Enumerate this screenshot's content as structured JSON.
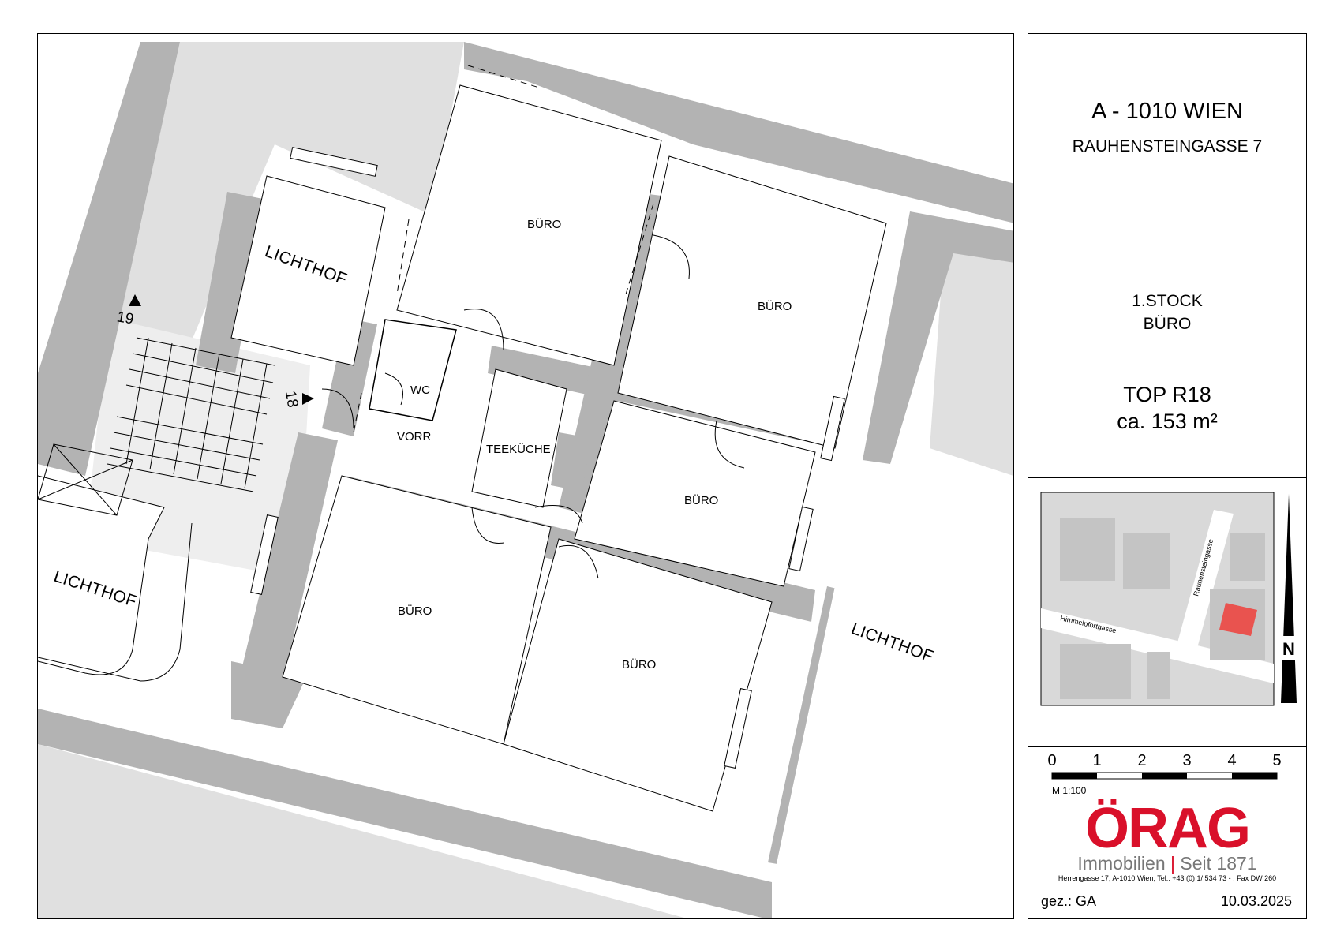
{
  "address": {
    "city_line": "A - 1010 WIEN",
    "street_line": "RAUHENSTEINGASSE 7"
  },
  "unit": {
    "floor": "1.STOCK",
    "usage": "BÜRO",
    "top": "TOP R18",
    "area": "ca. 153 m²"
  },
  "plan": {
    "rooms": {
      "buero_1": "BÜRO",
      "buero_2": "BÜRO",
      "buero_3": "BÜRO",
      "buero_4": "BÜRO",
      "buero_5": "BÜRO",
      "wc": "WC",
      "vorr": "VORR",
      "teekueche": "TEEKÜCHE"
    },
    "lichthof_1": "LICHTHOF",
    "lichthof_2": "LICHTHOF",
    "lichthof_3": "LICHTHOF",
    "stair_19": "19",
    "stair_18": "18",
    "colors": {
      "wall": "#b3b3b3",
      "light": "#e0e0e0",
      "line": "#000000"
    }
  },
  "location_map": {
    "streets": [
      "Himmelpfortgasse",
      "Rauhensteingasse"
    ],
    "north": "N",
    "highlight_color": "#e9534f"
  },
  "scale": {
    "ticks": [
      "0",
      "1",
      "2",
      "3",
      "4",
      "5"
    ],
    "ratio": "M 1:100"
  },
  "logo": {
    "brand": "ÖRAG",
    "tagline_left": "Immobilien",
    "tagline_right": "Seit 1871",
    "contact": "Herrengasse 17, A-1010 Wien, Tel.: +43 (0) 1/ 534 73 - , Fax DW 260",
    "brand_color": "#d9102a"
  },
  "footer": {
    "drawn_by": "gez.: GA",
    "date": "10.03.2025"
  }
}
